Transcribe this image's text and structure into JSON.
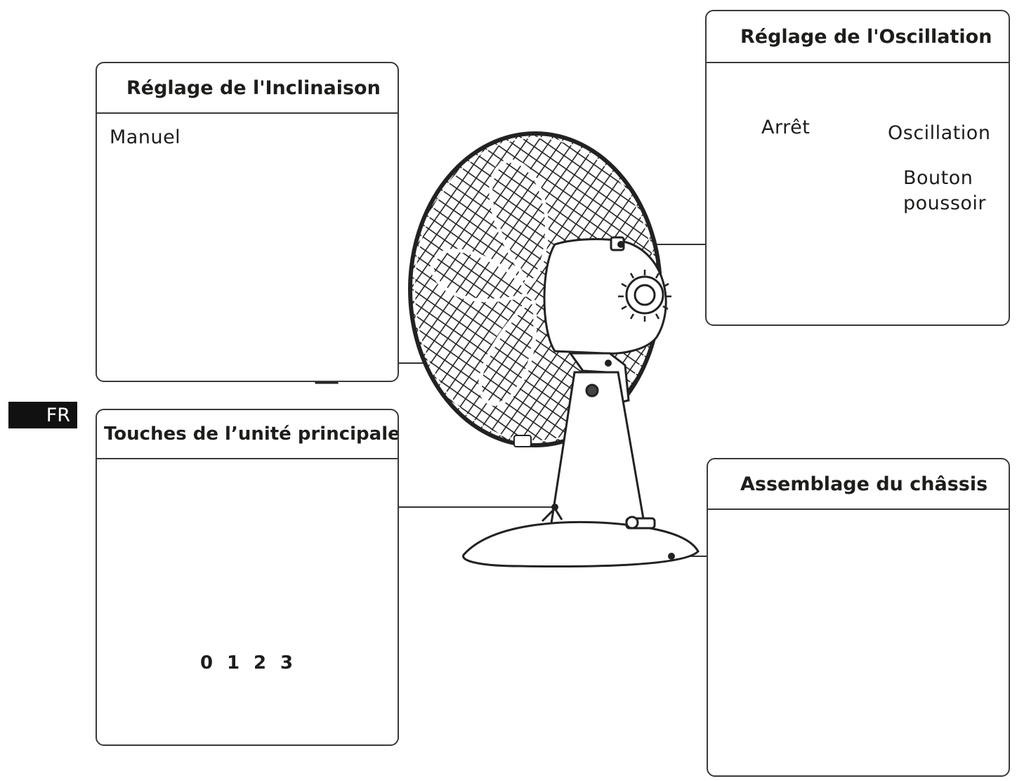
{
  "language_tag": "FR",
  "panels": {
    "tilt": {
      "title": "Réglage de l'Inclinaison",
      "label_manual": "Manuel"
    },
    "oscillation": {
      "title": "Réglage de l'Oscillation",
      "label_stop": "Arrêt",
      "label_oscillation": "Oscillation",
      "label_button_line1": "Bouton",
      "label_button_line2": "poussoir"
    },
    "keys": {
      "title": "Touches de l’unité principale",
      "buttons": [
        "0",
        "1",
        "2",
        "3"
      ]
    },
    "chassis": {
      "title": "Assemblage du châssis"
    }
  }
}
